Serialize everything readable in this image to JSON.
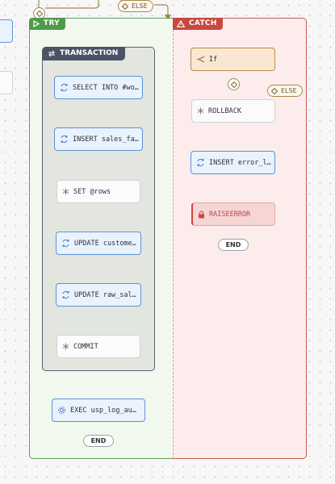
{
  "blocks": {
    "try_label": "TRY",
    "catch_label": "CATCH",
    "transaction_label": "TRANSACTION"
  },
  "try_nodes": [
    {
      "label": "SELECT INTO #wo…",
      "icon": "sync-icon"
    },
    {
      "label": "INSERT sales_fa…",
      "icon": "sync-icon"
    },
    {
      "label": "SET @rows",
      "icon": "asterisk-icon"
    },
    {
      "label": "UPDATE custome…",
      "icon": "sync-icon"
    },
    {
      "label": "UPDATE raw_sal…",
      "icon": "sync-icon"
    },
    {
      "label": "COMMIT",
      "icon": "asterisk-icon"
    }
  ],
  "exec_node": {
    "label": "EXEC usp_log_au…",
    "icon": "gear-icon"
  },
  "catch_nodes": {
    "if_label": "If",
    "rollback_label": "ROLLBACK",
    "insert_label": "INSERT error_l…",
    "raise_label": "RAISEERROR"
  },
  "else_labels": {
    "top": "ELSE",
    "catch": "ELSE"
  },
  "end_labels": {
    "try": "END",
    "catch": "END"
  },
  "colors": {
    "try": "#4e9b49",
    "catch": "#c9483f",
    "transaction": "#4c5366",
    "sql_border": "#5b93d6",
    "if_border": "#b88c4d"
  }
}
